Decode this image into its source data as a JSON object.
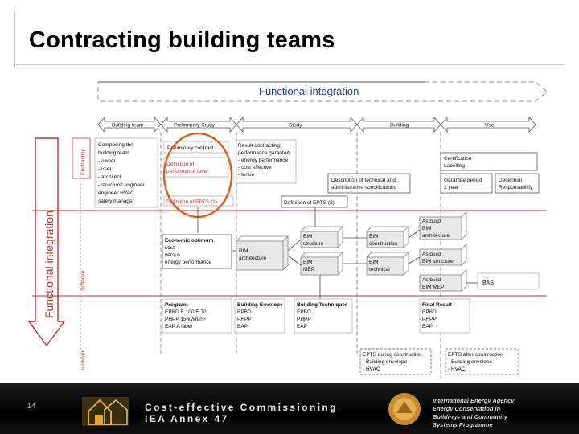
{
  "slide": {
    "title": "Contracting building teams",
    "page_number": "14"
  },
  "header": {
    "functional_integration": "Functional integration"
  },
  "phases": {
    "building_team": "Building team",
    "preliminary_study": "Preliminary Study",
    "study": "Study",
    "building": "Building",
    "use": "Use"
  },
  "vertical": {
    "main": "Functional integration",
    "contracting": "Contracting",
    "software": "Software",
    "hardware": "hardware"
  },
  "boxes": {
    "composing": [
      "Composing the",
      "building team",
      "- owner",
      "- user",
      "- architect",
      "- structural engineer",
      "  engineer HVAC",
      "  safety manager"
    ],
    "preliminary_contract": "Preliminary contract",
    "definition_perf": [
      "Definition of",
      "performance level"
    ],
    "definition_epts1": "Definition of EPTS (1)",
    "result": [
      "Result contracting:",
      "performance garantee",
      "- energy performance",
      "- cost effective",
      "- tenue"
    ],
    "description": [
      "Description of technical and",
      "administrative specifications"
    ],
    "definition_epts2": "Definition of EPTS (2)",
    "certification": [
      "Certification",
      "Labelling"
    ],
    "guarantee": [
      "Garantee period",
      "1 year"
    ],
    "decennial": [
      "Decennial",
      "Responsability"
    ],
    "economic": [
      "Economic optimum",
      "cost",
      "versus",
      "energy performance"
    ],
    "bim_architecture": [
      "BIM",
      "architecture"
    ],
    "bim_structure": [
      "BIM",
      "structure"
    ],
    "bim_mep": [
      "BIM",
      "MEP"
    ],
    "bim_construction": [
      "BIM",
      "construction"
    ],
    "bim_technical": [
      "BIM",
      "technical"
    ],
    "asbuilt_arch": [
      "As build",
      "BIM",
      "architecture"
    ],
    "asbuilt_struct": [
      "As build",
      "BIM structure"
    ],
    "asbuilt_mep": [
      "As build",
      "BIM MEP"
    ],
    "bas": "BAS",
    "program": [
      "Program:",
      "EPBD E 100 E 70",
      "PHPP 15 kWh/m²",
      "EAP A label"
    ],
    "building_envelope": [
      "Building Envelope",
      "EPBD",
      "PHPP",
      "EAP"
    ],
    "building_techniques": [
      "Building Techniques",
      "EPBD",
      "PHPP",
      "EAP"
    ],
    "final_result": [
      "Final Result",
      "EPBD",
      "PHPP",
      "EAP"
    ],
    "epts_during": [
      "EPTS during construction",
      "- Building envelope",
      "- HVAC"
    ],
    "epts_after": [
      "EPTS after construction",
      "- Building envelope",
      "- HVAC"
    ]
  },
  "footer": {
    "title_line1": "Cost-effective Commissioning",
    "title_line2": "IEA Annex 47",
    "org": [
      "International Energy Agency",
      "Energy Conservation in",
      "Buildings and Community",
      "Systems Programme"
    ]
  },
  "colors": {
    "red_rule": "#cc2b2b",
    "red_circle": "#e05a1a",
    "footer_bg": "#000000"
  }
}
